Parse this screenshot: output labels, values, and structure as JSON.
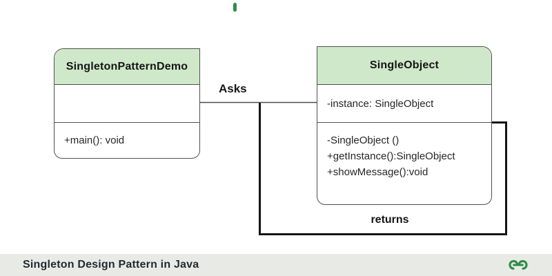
{
  "accent": {
    "brand_green": "#2f8d46",
    "header_green": "#cfe8ca",
    "footer_bg": "#e8ebe5"
  },
  "diagram": {
    "classes": [
      {
        "name": "SingletonPatternDemo",
        "attributes_text": "",
        "methods": [
          "+main(): void"
        ]
      },
      {
        "name": "SingleObject",
        "attributes_text": "-instance: SingleObject",
        "methods": [
          "-SingleObject ()",
          "+getInstance():SingleObject",
          "+showMessage():void"
        ]
      }
    ],
    "relations": [
      {
        "label": "Asks"
      },
      {
        "label": "returns"
      }
    ]
  },
  "footer": {
    "caption": "Singleton Design Pattern in Java",
    "logo": "geeksforgeeks-logo"
  }
}
